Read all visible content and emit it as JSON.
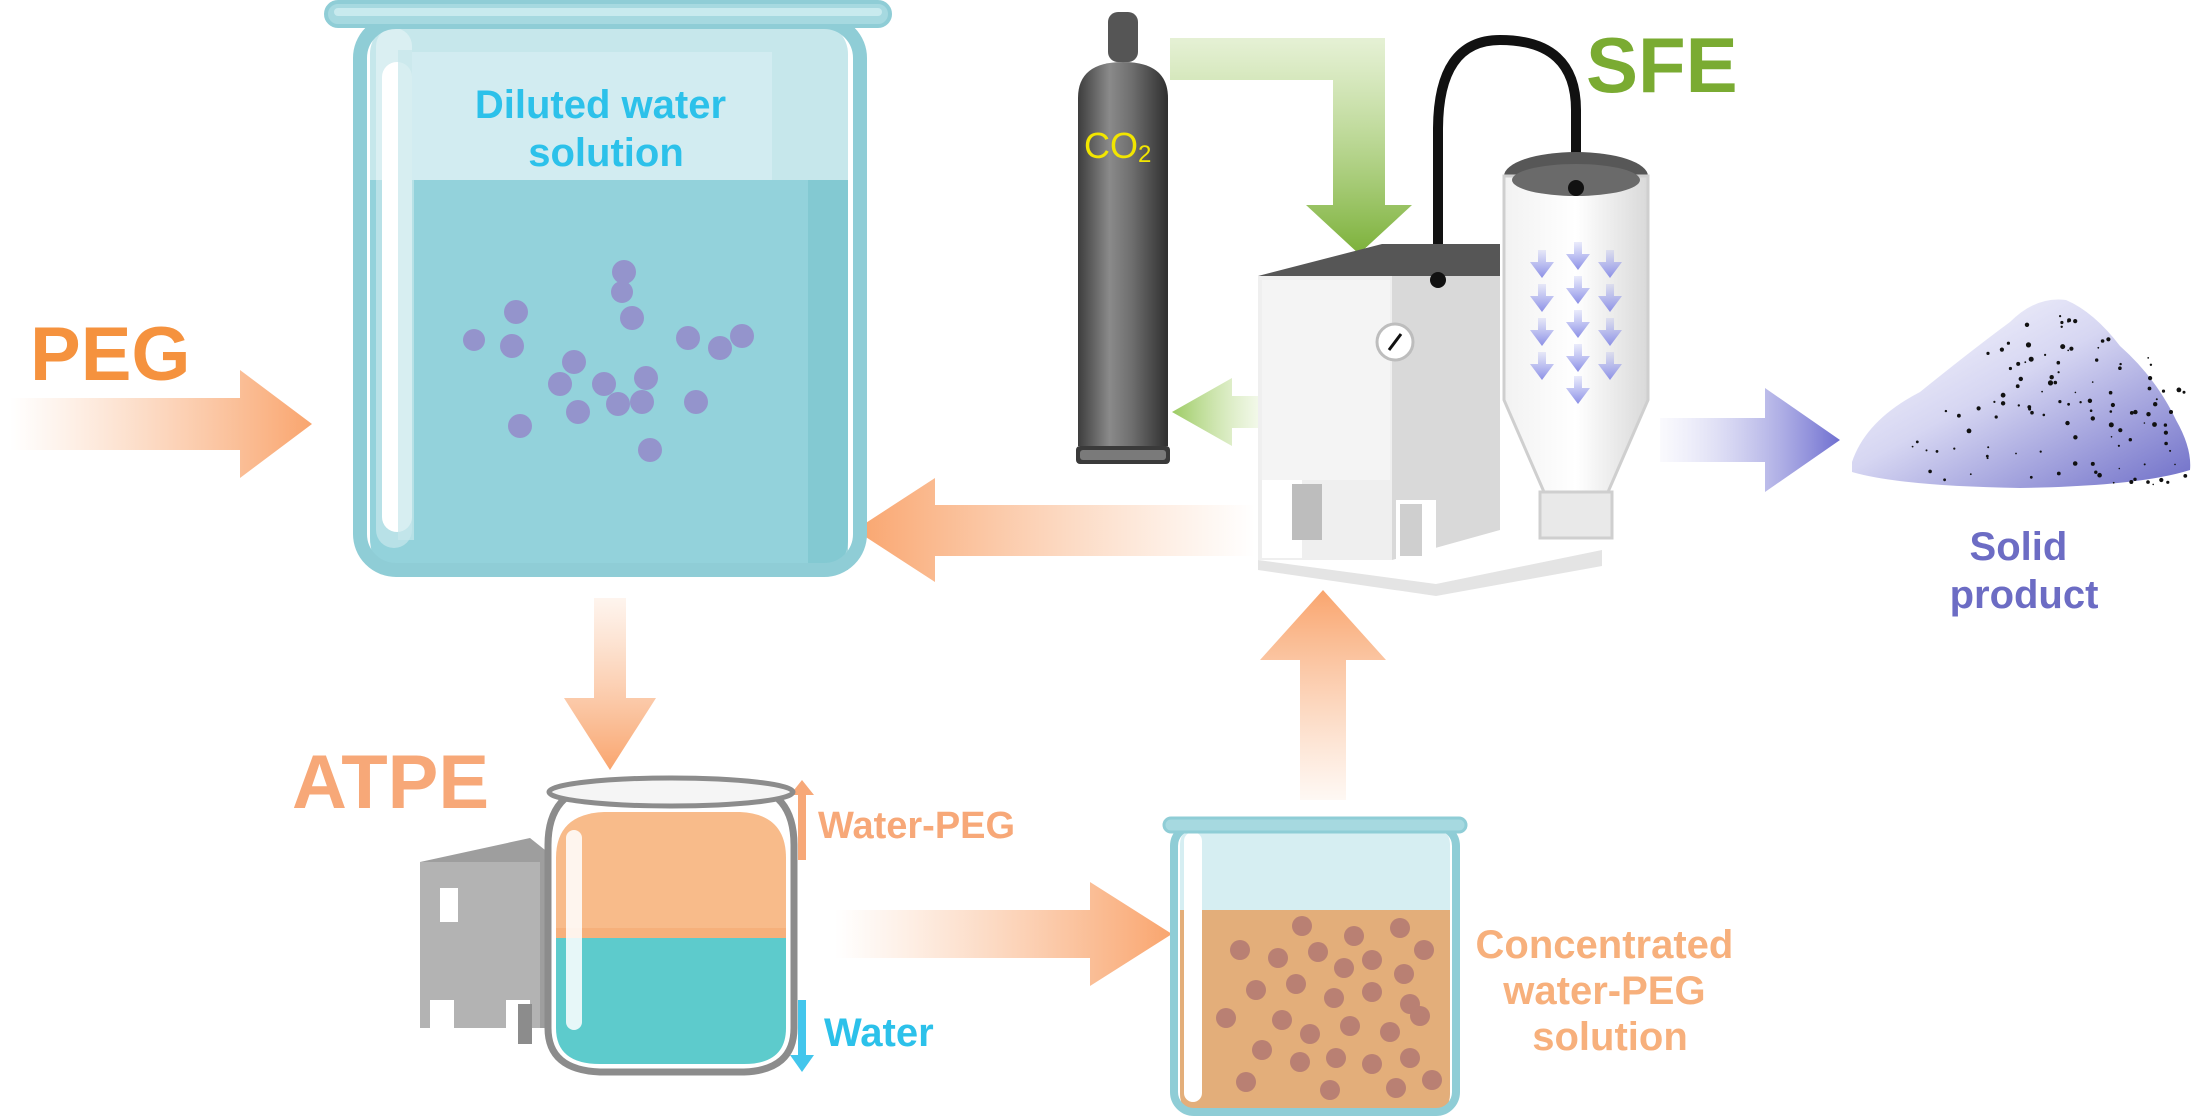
{
  "labels": {
    "peg": "PEG",
    "atpe": "ATPE",
    "sfe": "SFE",
    "co2_main": "CO",
    "co2_sub": "2",
    "diluted_line1": "Diluted water",
    "diluted_line2": "solution",
    "water_peg": "Water-PEG",
    "water": "Water",
    "concentrated_line1": "Concentrated",
    "concentrated_line2": "water-PEG",
    "concentrated_line3": "solution",
    "solid_line1": "Solid",
    "solid_line2": "product"
  },
  "colors": {
    "peg_orange": "#f5923e",
    "arrow_orange": "#f7a878",
    "sfe_green": "#7aab32",
    "co2_yellow": "#f2e600",
    "water_cyan": "#1fb7e6",
    "product_purple": "#6c6cc4",
    "beaker_blue": "#8fd0d8",
    "concentrate_tan": "#e2ac78"
  }
}
